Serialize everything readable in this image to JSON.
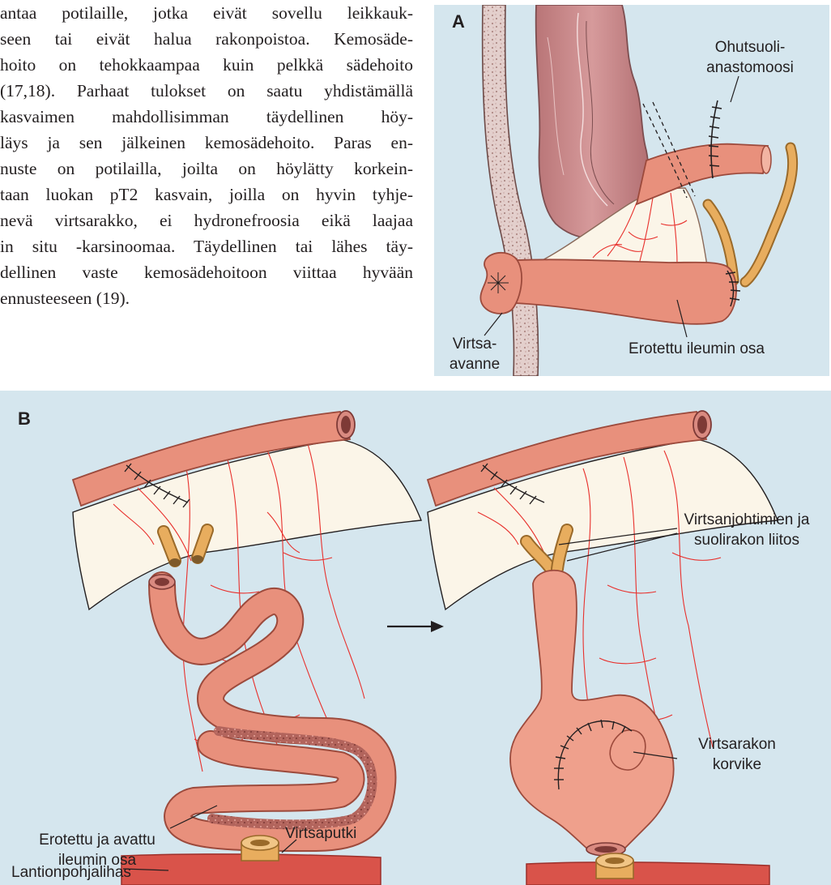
{
  "body_text": {
    "lines": [
      "antaa potilaille, jotka eivät sovellu leikkauk-",
      "seen tai eivät halua rakonpoistoa. Kemosäde-",
      "hoito on tehokkaampaa kuin pelkkä sädehoito",
      "(17,18). Parhaat tulokset on saatu yhdistämällä",
      "kasvaimen mahdollisimman täydellinen höy-",
      "läys ja sen jälkeinen kemosädehoito. Paras en-",
      "nuste on potilailla, joilta on höylätty korkein-",
      "taan luokan pT2 kasvain, joilla on hyvin tyhje-",
      "nevä virtsarakko, ei hydronefroosia eikä laajaa",
      "in situ -karsinoomaa. Täydellinen tai lähes täy-",
      "dellinen vaste kemosädehoitoon viittaa hyvään",
      "ennusteeseen (19)."
    ]
  },
  "figure_a": {
    "panel_label": "A",
    "labels": {
      "anastomosis_l1": "Ohutsuoli-",
      "anastomosis_l2": "anastomoosi",
      "stoma_l1": "Virtsa-",
      "stoma_l2": "avanne",
      "ileum_segment": "Erotettu ileumin osa"
    }
  },
  "figure_b": {
    "panel_label": "B",
    "labels": {
      "opened_l1": "Erotettu ja avattu",
      "opened_l2": "ileumin osa",
      "urethra": "Virtsaputki",
      "pelvic_floor": "Lantionpohjalihas",
      "junction_l1": "Virtsanjohtimien ja",
      "junction_l2": "suolirakon liitos",
      "neobladder_l1": "Virtsarakon",
      "neobladder_l2": "korvike"
    }
  },
  "colors": {
    "panel_bg": "#d5e6ee",
    "bowel": "#e8907c",
    "bowel_outline": "#9c4a3c",
    "colon": "#c98a8c",
    "mesentery": "#fbf5e8",
    "vessel": "#e8302c",
    "ureter": "#e8ad5e",
    "muscle": "#d9534a",
    "neobladder": "#efa08c"
  }
}
